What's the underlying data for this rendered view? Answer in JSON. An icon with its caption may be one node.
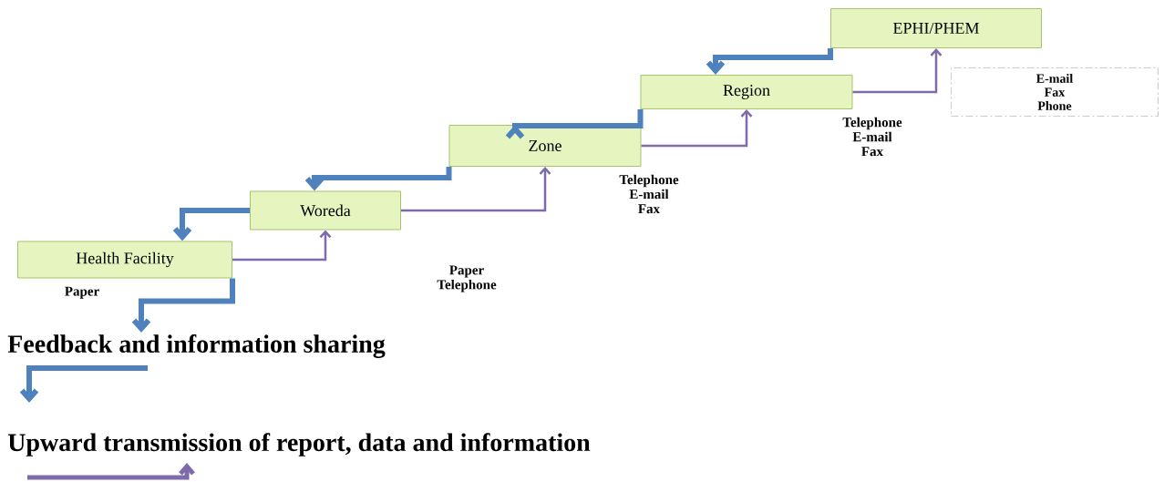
{
  "diagram": {
    "nodes": [
      {
        "text": [
          "Health Facility"
        ],
        "beside": [
          "Paper"
        ]
      },
      {
        "text": [
          "Woreda"
        ]
      },
      {
        "text": [
          "Zone"
        ]
      },
      {
        "text": [
          "Region"
        ]
      },
      {
        "text": [
          "EPHI/PHEM"
        ]
      }
    ],
    "edges": [
      {
        "from": 0,
        "to": 1,
        "arrow": "to",
        "color": "#7f6aab"
      },
      {
        "from": 1,
        "to": 2,
        "arrow": "to",
        "color": "#7f6aab"
      },
      {
        "from": 2,
        "to": 3,
        "arrow": "to",
        "color": "#7f6aab"
      },
      {
        "from": 3,
        "to": 4,
        "arrow": "to",
        "color": "#7f6aab"
      },
      {
        "from": 4,
        "to": 3,
        "arrow": "to"
      },
      {
        "from": 3,
        "to": 2,
        "arrow": "to"
      },
      {
        "from": 2,
        "to": 1,
        "arrow": "to"
      },
      {
        "from": 1,
        "to": 0,
        "arrow": "to"
      },
      {
        "from": 0,
        "to": null,
        "arrow": "to"
      }
    ],
    "labels": [
      "E-mail Fax Phone",
      "Telephone E-mail Fax",
      "Telephone E-mail Fax",
      "Paper Telephone"
    ],
    "legend": [
      {
        "text": "Feedback and information sharing"
      },
      {
        "text": "Upward transmission of report, data and information"
      }
    ]
  }
}
